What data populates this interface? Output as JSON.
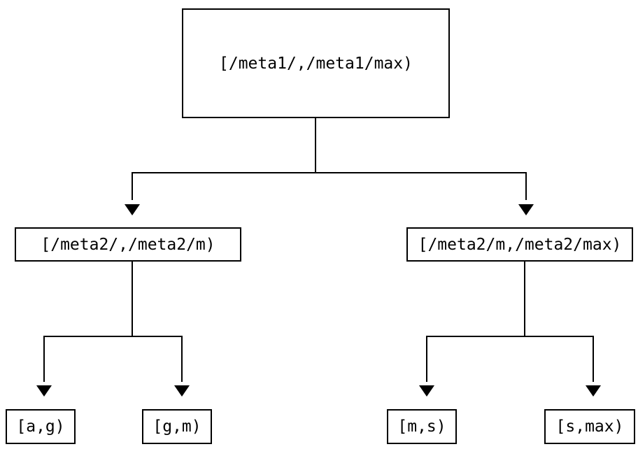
{
  "diagram": {
    "type": "tree",
    "background_color": "#ffffff",
    "line_color": "#000000",
    "text_color": "#000000",
    "connector_style": "elbow",
    "arrowhead_icon": "filled-triangle-down",
    "nodes": {
      "root": {
        "label": "[/meta1/,/meta1/max)"
      },
      "l2left": {
        "label": "[/meta2/,/meta2/m)",
        "parent": "root"
      },
      "l2right": {
        "label": "[/meta2/m,/meta2/max)",
        "parent": "root"
      },
      "leaf_ag": {
        "label": "[a,g)",
        "parent": "l2left"
      },
      "leaf_gm": {
        "label": "[g,m)",
        "parent": "l2left"
      },
      "leaf_ms": {
        "label": "[m,s)",
        "parent": "l2right"
      },
      "leaf_smax": {
        "label": "[s,max)",
        "parent": "l2right"
      }
    }
  }
}
